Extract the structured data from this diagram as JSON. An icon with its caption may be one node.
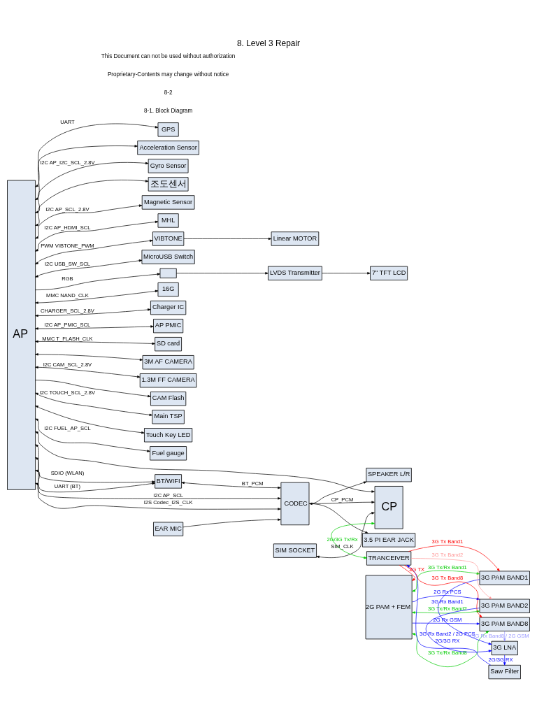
{
  "diagram": {
    "title": "8. Level 3 Repair",
    "nodes": [
      {
        "text": [
          "GPS"
        ]
      },
      {
        "text": [
          "Acceleration Sensor"
        ]
      },
      {
        "text": [
          "Gyro Sensor"
        ]
      },
      {
        "text": [
          "조도센서"
        ]
      },
      {
        "text": [
          "Magnetic Sensor"
        ]
      },
      {
        "text": [
          "MHL"
        ]
      },
      {
        "text": [
          "Linear MOTOR"
        ]
      },
      {
        "text": [
          "VIBTONE"
        ]
      },
      {
        "text": [
          "MicroUSB Switch"
        ]
      },
      {
        "text": [],
        "shape": "box"
      },
      {
        "text": [
          "LVDS Transmitter"
        ]
      },
      {
        "text": [
          "7\" TFT LCD"
        ]
      },
      {
        "text": [
          "16G"
        ]
      },
      {
        "text": [
          "AP"
        ]
      },
      {
        "text": [
          "Charger IC"
        ]
      },
      {
        "text": [
          "AP PMIC"
        ]
      },
      {
        "text": [
          "SD card"
        ]
      },
      {
        "text": [
          "3M AF CAMERA"
        ]
      },
      {
        "text": [
          "1.3M FF CAMERA"
        ]
      },
      {
        "text": [
          "CAM Flash"
        ]
      },
      {
        "text": [
          "Main TSP"
        ]
      },
      {
        "text": [
          "Touch Key LED"
        ]
      },
      {
        "text": [
          "Fuel gauge"
        ]
      },
      {
        "text": [
          "BT/WIFI"
        ]
      },
      {
        "text": [
          "SPEAKER L/R"
        ]
      },
      {
        "text": [
          "CODEC"
        ]
      },
      {
        "text": [
          "3.5 PI EAR JACK"
        ]
      },
      {
        "text": [
          "EAR MIC"
        ]
      },
      {
        "text": [
          "SIM SOCKET"
        ]
      },
      {
        "text": [
          "CP"
        ]
      },
      {
        "text": [
          "2G PAM + FEM"
        ]
      },
      {
        "text": [
          "3G PAM BAND1"
        ]
      },
      {
        "text": [
          "3G PAM BAND2"
        ]
      },
      {
        "text": [
          "3G PAM BAND8"
        ]
      },
      {
        "text": [
          "3G LNA"
        ]
      },
      {
        "text": [
          "Saw Filter"
        ]
      },
      {
        "text": [
          "TRANCEIVER"
        ]
      }
    ],
    "edges": [
      {
        "from": 13,
        "to": 0,
        "arrow": "both",
        "label": "UART"
      },
      {
        "from": 13,
        "to": 1,
        "arrow": "both"
      },
      {
        "from": 13,
        "to": 2,
        "arrow": "both",
        "label": "I2C AP_I2C_SCL_2.8V"
      },
      {
        "from": 13,
        "to": 3,
        "arrow": "both"
      },
      {
        "from": 13,
        "to": 4,
        "arrow": "both",
        "label": "I2C AP_SCL_2.8V"
      },
      {
        "from": 13,
        "to": 5,
        "arrow": "both",
        "label": "I2C AP_HDMI_SCL"
      },
      {
        "from": 7,
        "to": 6,
        "arrow": "to"
      },
      {
        "from": 13,
        "to": 7,
        "arrow": "both",
        "label": "PWM VIBTONE_PWM"
      },
      {
        "from": 13,
        "to": 8,
        "arrow": "both",
        "label": "I2C USB_SW_SCL"
      },
      {
        "from": 13,
        "to": 9,
        "arrow": "to",
        "label": "RGB"
      },
      {
        "from": 9,
        "to": 10,
        "arrow": "to"
      },
      {
        "from": 10,
        "to": 11,
        "arrow": "to"
      },
      {
        "from": 13,
        "to": 12,
        "arrow": "both",
        "label": "MMC NAND_CLK"
      },
      {
        "from": 13,
        "to": 14,
        "arrow": "both",
        "label": "CHARGER_SCL_2.8V"
      },
      {
        "from": 13,
        "to": 15,
        "arrow": "both",
        "label": "I2C AP_PMIC_SCL"
      },
      {
        "from": 13,
        "to": 16,
        "arrow": "both",
        "label": "MMC T_FLASH_CLK"
      },
      {
        "from": 13,
        "to": 17,
        "arrow": "both"
      },
      {
        "from": 13,
        "to": 18,
        "arrow": "both",
        "label": "I2C CAM_SCL_2.8V"
      },
      {
        "from": 13,
        "to": 19,
        "arrow": "to"
      },
      {
        "from": 13,
        "to": 20,
        "arrow": "both",
        "label": "I2C TOUCH_SCL_2.8V"
      },
      {
        "from": 13,
        "to": 21,
        "arrow": "both"
      },
      {
        "from": 13,
        "to": 22,
        "arrow": "both",
        "label": "I2C FUEL_AP_SCL"
      },
      {
        "from": 13,
        "to": 29,
        "arrow": "both"
      },
      {
        "from": 13,
        "to": 23,
        "arrow": "both",
        "label": "SDIO (WLAN)"
      },
      {
        "from": 13,
        "to": 23,
        "arrow": "both",
        "label": "UART (BT)"
      },
      {
        "from": 23,
        "to": 25,
        "arrow": "both",
        "label": "BT_PCM"
      },
      {
        "from": 25,
        "to": 24,
        "arrow": "to"
      },
      {
        "from": 13,
        "to": 25,
        "arrow": "both",
        "label": "I2C AP_SCL"
      },
      {
        "from": 13,
        "to": 25,
        "arrow": "both",
        "label": "I2S Codec_I2S_CLK"
      },
      {
        "from": 25,
        "to": 26,
        "arrow": "to"
      },
      {
        "from": 27,
        "to": 25,
        "arrow": "to"
      },
      {
        "from": 25,
        "to": 29,
        "arrow": "both",
        "label": "CP_PCM"
      },
      {
        "from": 28,
        "to": 29,
        "arrow": "both",
        "label": "SIM_CLK"
      },
      {
        "from": 36,
        "to": 30,
        "arrow": "to",
        "label": "2G TX",
        "color": "#ff0000"
      },
      {
        "from": 30,
        "to": 31,
        "arrow": "both",
        "label": "3G Tx/Rx Band1",
        "color": "#00cc00"
      },
      {
        "from": 30,
        "to": 32,
        "arrow": "to",
        "label": "2G Rx PCS",
        "color": "#0000ff"
      },
      {
        "from": 30,
        "to": 32,
        "arrow": "both",
        "label": "3G Tx/Rx Band2",
        "color": "#00cc00"
      },
      {
        "from": 30,
        "to": 33,
        "arrow": "to",
        "label": "2G Rx GSM",
        "color": "#0000ff"
      },
      {
        "from": 30,
        "to": 33,
        "arrow": "both",
        "label": "3G Tx/Rx Band8",
        "color": "#00cc00"
      },
      {
        "from": 31,
        "to": 34,
        "arrow": "to",
        "label": "3G Rx Band1",
        "color": "#0000ff"
      },
      {
        "from": 32,
        "to": 34,
        "arrow": "to",
        "label": "3G Rx Band2 / 2G PCS",
        "color": "#0000ff"
      },
      {
        "from": 33,
        "to": 34,
        "arrow": "to",
        "label": "3G Rx Band8 / 2G GSM",
        "color": "#9999ff"
      },
      {
        "from": 34,
        "to": 35,
        "arrow": "to",
        "label": "2G/3G RX",
        "color": "#0000ff"
      },
      {
        "from": 35,
        "to": 36,
        "arrow": "to",
        "label": "2G/3G RX",
        "color": "#0000ff"
      },
      {
        "from": 36,
        "to": 31,
        "arrow": "to",
        "label": "3G Tx Band1",
        "color": "#ff0000"
      },
      {
        "from": 36,
        "to": 32,
        "arrow": "to",
        "label": "3G Tx Band2",
        "color": "#ff9999"
      },
      {
        "from": 36,
        "to": 33,
        "arrow": "to",
        "label": "3G Tx Band8",
        "color": "#ff0000"
      },
      {
        "from": 29,
        "to": 36,
        "arrow": "both",
        "label": "2G/3G Tx/Rx",
        "color": "#00cc00"
      }
    ],
    "labels": [
      "8-1. Block Diagram",
      "8-2",
      "Proprietary-Contents may change without notice",
      "This Document can not be used without authorization"
    ]
  }
}
